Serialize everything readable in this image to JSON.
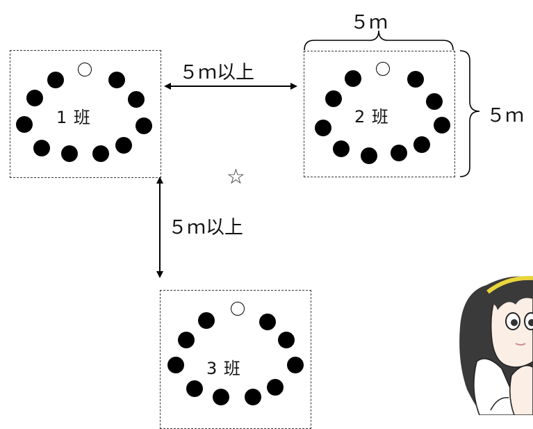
{
  "groups": [
    {
      "label": "1 班"
    },
    {
      "label": "2 班"
    },
    {
      "label": "3 班"
    }
  ],
  "distance_labels": {
    "horizontal_gap": "５ｍ以上",
    "vertical_gap": "５ｍ以上",
    "width": "５ｍ",
    "height": "５ｍ"
  },
  "center_marker": "☆",
  "colors": {
    "member": "#000000",
    "leader": "#ffffff",
    "border": "#333333"
  }
}
